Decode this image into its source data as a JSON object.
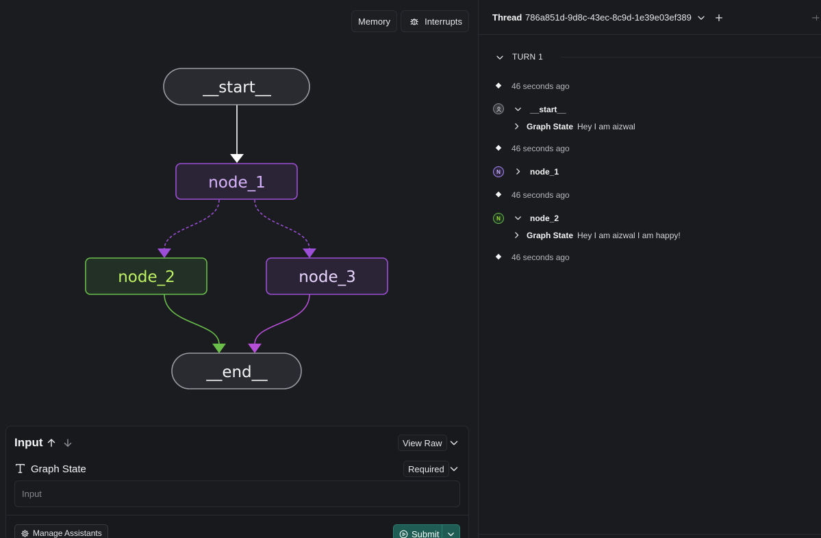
{
  "toolbar": {
    "memory_label": "Memory",
    "interrupts_label": "Interrupts"
  },
  "graph": {
    "nodes": [
      {
        "id": "start",
        "label": "__start__",
        "stroke": "#9b9ca3",
        "fill": "#2a2b30",
        "text": "#f4f4f5"
      },
      {
        "id": "node_1",
        "label": "node_1",
        "stroke": "#9c4fd6",
        "fill": "#2b2436",
        "text": "#d8b4fe"
      },
      {
        "id": "node_2",
        "label": "node_2",
        "stroke": "#6abf4b",
        "fill": "#233025",
        "text": "#bef264"
      },
      {
        "id": "node_3",
        "label": "node_3",
        "stroke": "#9c4fd6",
        "fill": "#2b2436",
        "text": "#e9d5ff"
      },
      {
        "id": "end",
        "label": "__end__",
        "stroke": "#9b9ca3",
        "fill": "#2a2b30",
        "text": "#f4f4f5"
      }
    ],
    "edges": [
      {
        "from": "__start__",
        "to": "node_1",
        "style": "solid",
        "color": "#ffffff"
      },
      {
        "from": "node_1",
        "to": "node_2",
        "style": "dashed",
        "color": "#9c4fd6"
      },
      {
        "from": "node_1",
        "to": "node_3",
        "style": "dashed",
        "color": "#9c4fd6"
      },
      {
        "from": "node_2",
        "to": "__end__",
        "style": "solid",
        "color": "#6abf4b"
      },
      {
        "from": "node_3",
        "to": "__end__",
        "style": "solid",
        "color": "#b44fd6"
      }
    ]
  },
  "input_panel": {
    "title": "Input",
    "view_raw_label": "View Raw",
    "graph_state_label": "Graph State",
    "required_label": "Required",
    "input_value": "",
    "input_placeholder": "Input",
    "manage_assistants_label": "Manage Assistants",
    "submit_label": "Submit"
  },
  "thread": {
    "label": "Thread",
    "id": "786a851d-9d8c-43ec-8c9d-1e39e03ef389",
    "turn_label": "TURN 1",
    "events": [
      {
        "type": "timestamp",
        "text": "46 seconds ago"
      },
      {
        "type": "node",
        "name": "__start__",
        "badge": "user",
        "expanded": true,
        "state_label": "Graph State",
        "state_value": "Hey I am aizwal"
      },
      {
        "type": "timestamp",
        "text": "46 seconds ago"
      },
      {
        "type": "node",
        "name": "node_1",
        "badge": "N",
        "badge_color": "#a78bfa",
        "expanded": false
      },
      {
        "type": "timestamp",
        "text": "46 seconds ago"
      },
      {
        "type": "node",
        "name": "node_2",
        "badge": "N",
        "badge_color": "#6abf4b",
        "expanded": true,
        "state_label": "Graph State",
        "state_value": "Hey I am aizwal I am happy!"
      },
      {
        "type": "timestamp",
        "text": "46 seconds ago"
      }
    ]
  }
}
